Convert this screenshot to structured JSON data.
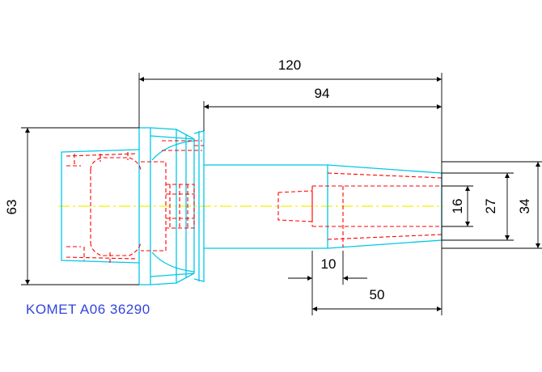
{
  "dimensions": {
    "overall_length": "120",
    "taper_length": "94",
    "flange_diameter": "63",
    "bore_length": "10",
    "nose_length": "50",
    "bore_diameter": "16",
    "inner_diameter": "27",
    "outer_diameter": "34"
  },
  "part_label": "KOMET A06 36290",
  "colors": {
    "outline": "#00c8e6",
    "hidden": "#ff0000",
    "centerline": "#f0f000",
    "dimension": "#000000",
    "label": "#3344dd"
  }
}
